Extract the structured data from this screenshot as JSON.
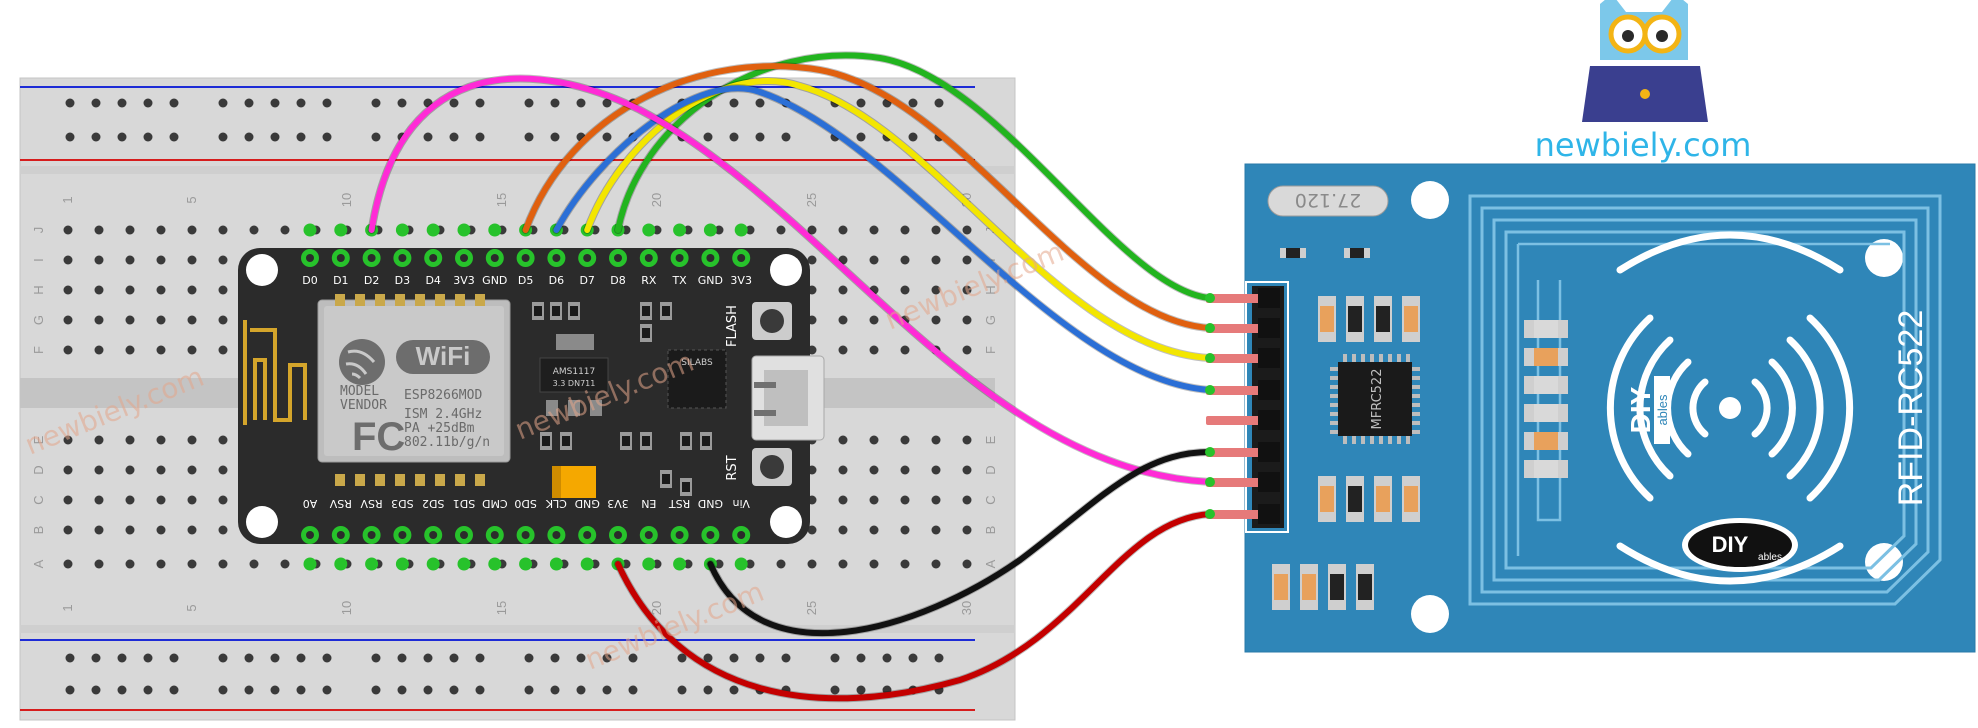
{
  "brand": {
    "site": "newbiely.com",
    "watermark": "newbiely.com"
  },
  "breadboard": {
    "column_numbers": [
      "1",
      "5",
      "10",
      "15",
      "20",
      "25",
      "30"
    ],
    "row_letters_top": [
      "J",
      "I",
      "H",
      "G",
      "F"
    ],
    "row_letters_bottom": [
      "E",
      "D",
      "C",
      "B",
      "A"
    ]
  },
  "esp8266": {
    "top_pins": [
      "D0",
      "D1",
      "D2",
      "D3",
      "D4",
      "3V3",
      "GND",
      "D5",
      "D6",
      "D7",
      "D8",
      "RX",
      "TX",
      "GND",
      "3V3"
    ],
    "bottom_pins": [
      "A0",
      "RSV",
      "RSV",
      "SD3",
      "SD2",
      "SD1",
      "CMD",
      "SD0",
      "CLK",
      "GND",
      "3V3",
      "EN",
      "RST",
      "GND",
      "Vin"
    ],
    "wifi_text": "WiFi",
    "module_lines": [
      "MODEL",
      "VENDOR",
      "ESP8266MOD",
      "ISM 2.4GHz",
      "PA  +25dBm",
      "802.11b/g/n"
    ],
    "fc_text": "FC",
    "regulator": "AMS1117",
    "regulator_sub": "3.3  DN711",
    "usb_chip": "SILABS",
    "flash_label": "FLASH",
    "rst_label": "RST"
  },
  "rfid": {
    "crystal": "27.120",
    "chip": "MFRC522",
    "title": "RFID-RC522",
    "logo": "DIY",
    "logo_sub": "ables"
  },
  "wires": {
    "magenta": "#ff2bd6",
    "orange": "#e0600f",
    "blue": "#2b6fd6",
    "yellow": "#f3e600",
    "green": "#22b41f",
    "black": "#111111",
    "red": "#c40000"
  }
}
